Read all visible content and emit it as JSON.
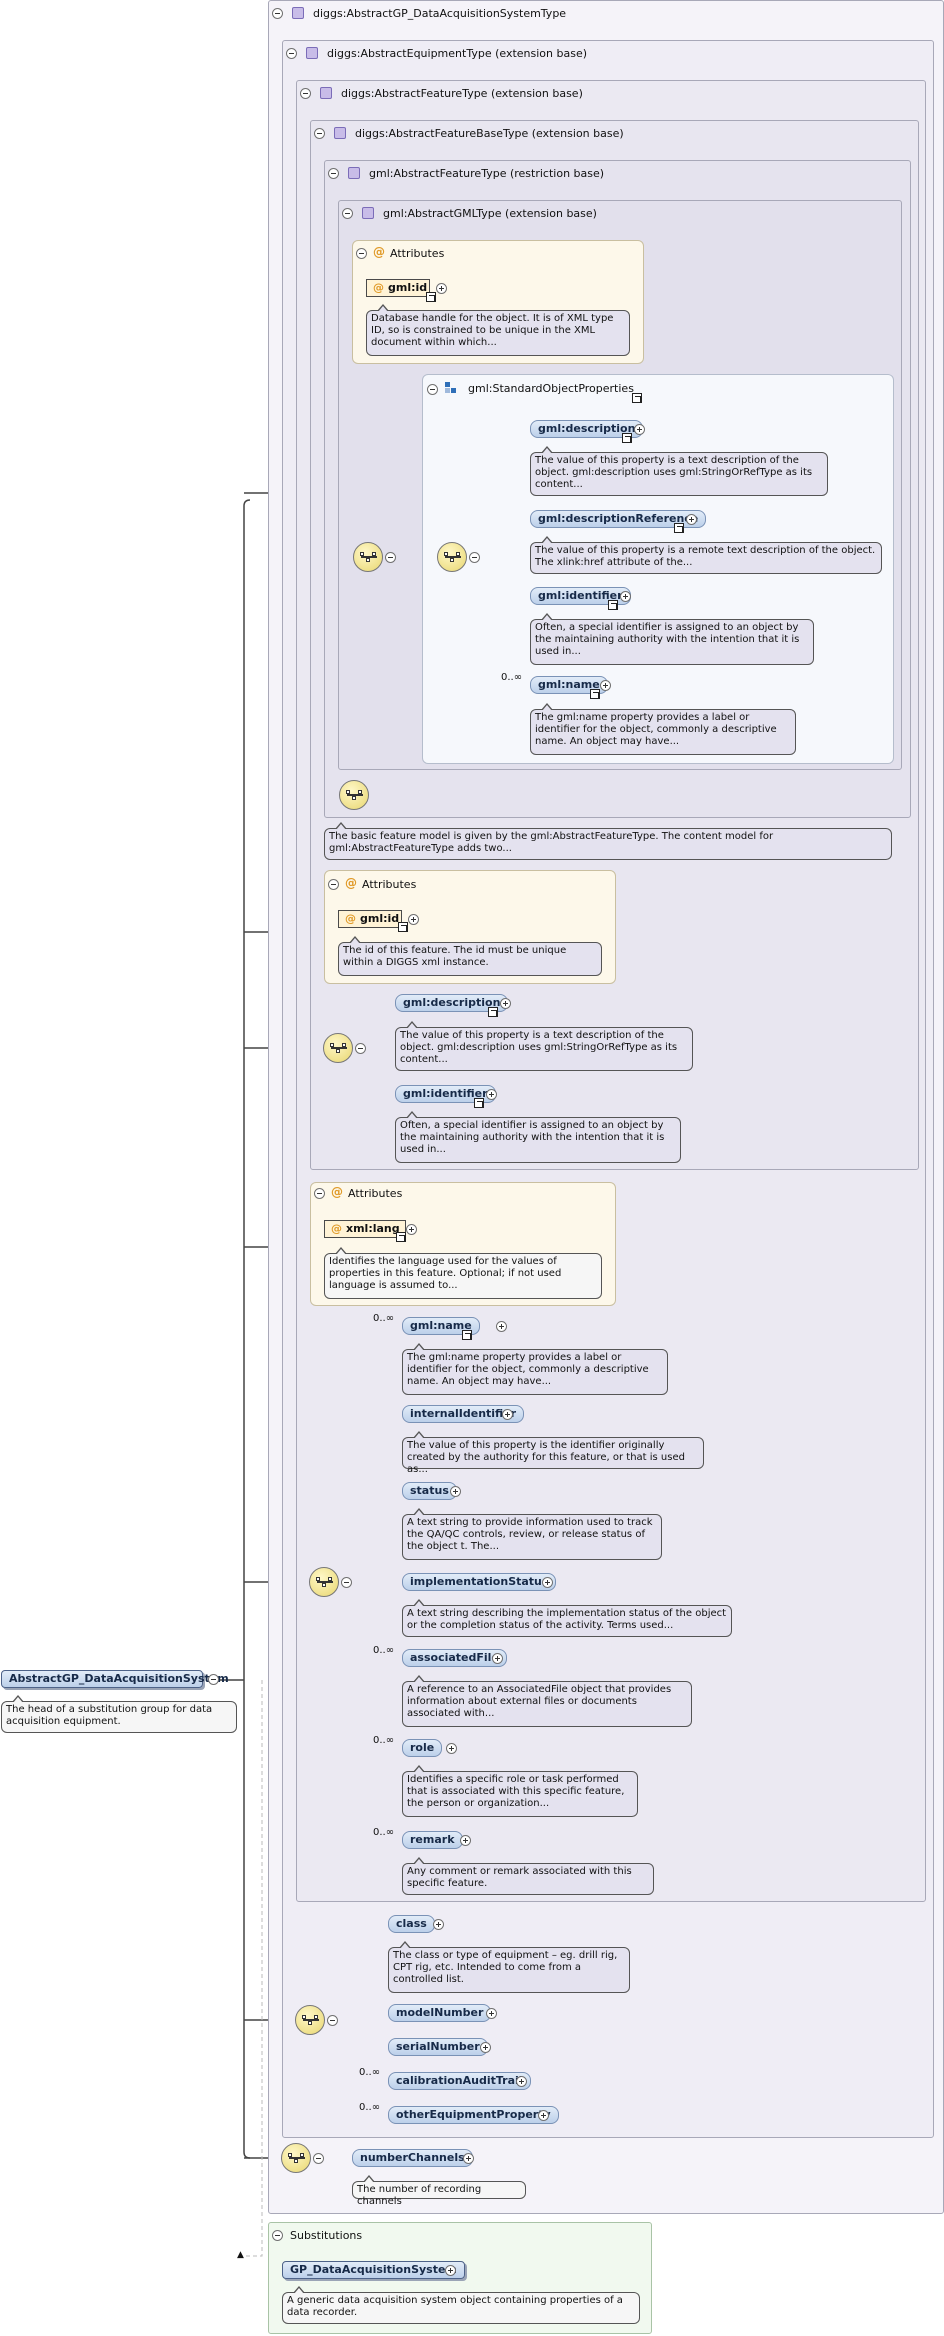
{
  "boxes": {
    "t1": "diggs:AbstractGP_DataAcquisitionSystemType",
    "t2": "diggs:AbstractEquipmentType (extension base)",
    "t3": "diggs:AbstractFeatureType (extension base)",
    "t4": "diggs:AbstractFeatureBaseType (extension base)",
    "t5": "gml:AbstractFeatureType (restriction base)",
    "t6": "gml:AbstractGMLType (extension base)",
    "attributes": "Attributes",
    "std_props": "gml:StandardObjectProperties",
    "substitutions": "Substitutions"
  },
  "gmltype": {
    "id": "gml:id",
    "id_doc": "Database handle for the object. It is of XML type ID, so is constrained to be unique in the XML document within which...",
    "description": "gml:description",
    "description_doc": "The value of this property is a text description of the object. gml:description uses gml:StringOrRefType as its content...",
    "descriptionReference": "gml:descriptionReference",
    "descriptionReference_doc": "The value of this property is a remote text description of the object. The xlink:href attribute of the...",
    "identifier": "gml:identifier",
    "identifier_doc": "Often, a special identifier is assigned to an object by the maintaining authority with the intention that it is used in...",
    "name_card": "0..∞",
    "name": "gml:name",
    "name_doc": "The gml:name property provides a label or identifier for the object, commonly a descriptive name. An object may have..."
  },
  "featuretype_doc": "The basic feature model is given by the gml:AbstractFeatureType. The content model for gml:AbstractFeatureType adds two...",
  "featurebase": {
    "id": "gml:id",
    "id_doc": "The id of this feature. The id must be unique within a DIGGS xml instance.",
    "description": "gml:description",
    "description_doc": "The value of this property is a text description of the object. gml:description uses gml:StringOrRefType as its content...",
    "identifier": "gml:identifier",
    "identifier_doc": "Often, a special identifier is assigned to an object by the maintaining authority with the intention that it is used in..."
  },
  "feature": {
    "lang": "xml:lang",
    "lang_doc": "Identifies the language used for the values of properties in this feature. Optional; if not used language is assumed to...",
    "items": [
      {
        "card": "0..∞",
        "name": "gml:name",
        "doc": "The gml:name property provides a label or identifier for the object, commonly a descriptive name. An object may have..."
      },
      {
        "card": "",
        "name": "internalIdentifier",
        "doc": "The value of this property is the identifier originally created by the authority for this feature, or that is used as..."
      },
      {
        "card": "",
        "name": "status",
        "doc": "A text string to provide information used to track the QA/QC controls, review, or release status of the object t. The..."
      },
      {
        "card": "",
        "name": "implementationStatus",
        "doc": "A text string describing the implementation status of the object or the completion status of the activity. Terms used..."
      },
      {
        "card": "0..∞",
        "name": "associatedFile",
        "doc": "A reference to an AssociatedFile object that provides information about external files or documents associated with..."
      },
      {
        "card": "0..∞",
        "name": "role",
        "doc": "Identifies a specific role or task performed that is associated with this specific feature, the person or organization..."
      },
      {
        "card": "0..∞",
        "name": "remark",
        "doc": "Any comment or remark associated with this specific feature."
      }
    ]
  },
  "equipment": {
    "class": "class",
    "class_doc": "The class or type of equipment – eg. drill rig, CPT rig, etc. Intended to come from a controlled list.",
    "modelNumber": "modelNumber",
    "serialNumber": "serialNumber",
    "calib_card": "0..∞",
    "calibrationAuditTrail": "calibrationAuditTrail",
    "other_card": "0..∞",
    "otherEquipmentProperty": "otherEquipmentProperty"
  },
  "das": {
    "numberChannels": "numberChannels",
    "numberChannels_doc": "The number of recording channels"
  },
  "root": {
    "name": "AbstractGP_DataAcquisitionSystem",
    "doc": "The head of a substitution group for data acquisition equipment."
  },
  "subst": {
    "name": "GP_DataAcquisitionSystem",
    "doc": "A generic data acquisition system object containing properties of a data recorder."
  }
}
